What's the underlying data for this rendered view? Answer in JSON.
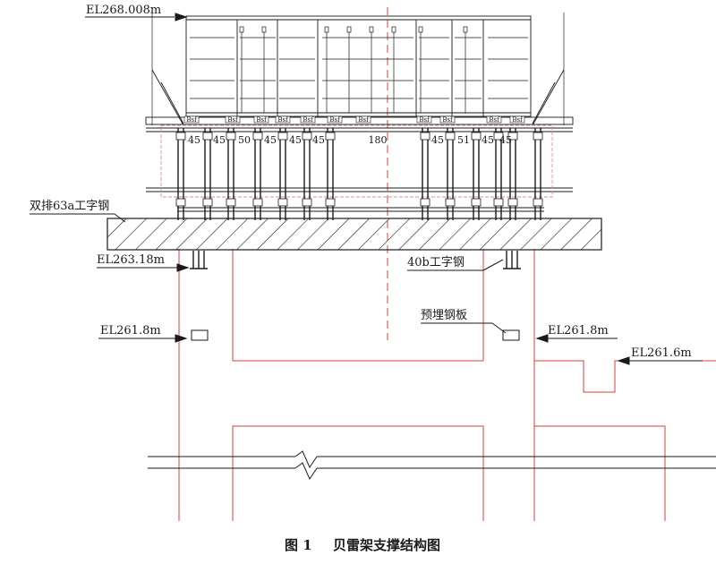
{
  "labels": {
    "el_top": "EL268.008m",
    "double_beam": "双排63a工字钢",
    "el_263": "EL263.18m",
    "beam_40b": "40b工字钢",
    "embedded_plate": "预埋钢板",
    "el_261_8_left": "EL261.8m",
    "el_261_8_right": "EL261.8m",
    "el_261_6": "EL261.6m"
  },
  "dimensions": [
    "45",
    "45",
    "50",
    "45",
    "45",
    "45",
    "180",
    "45",
    "51",
    "45",
    "45"
  ],
  "truss_tags": [
    "Bsf",
    "Bsf",
    "Bsf",
    "Bsf",
    "Bsf",
    "Bsf",
    "Bsf",
    "Bsf",
    "Bsf",
    "Bsf",
    "Bsf"
  ],
  "caption": {
    "figure_no": "图 1",
    "title": "贝雷架支撑结构图"
  },
  "colors": {
    "line": "#1a1a1a",
    "red": "#d9413a",
    "pink": "#e88a8a",
    "dash": "#d9413a"
  }
}
